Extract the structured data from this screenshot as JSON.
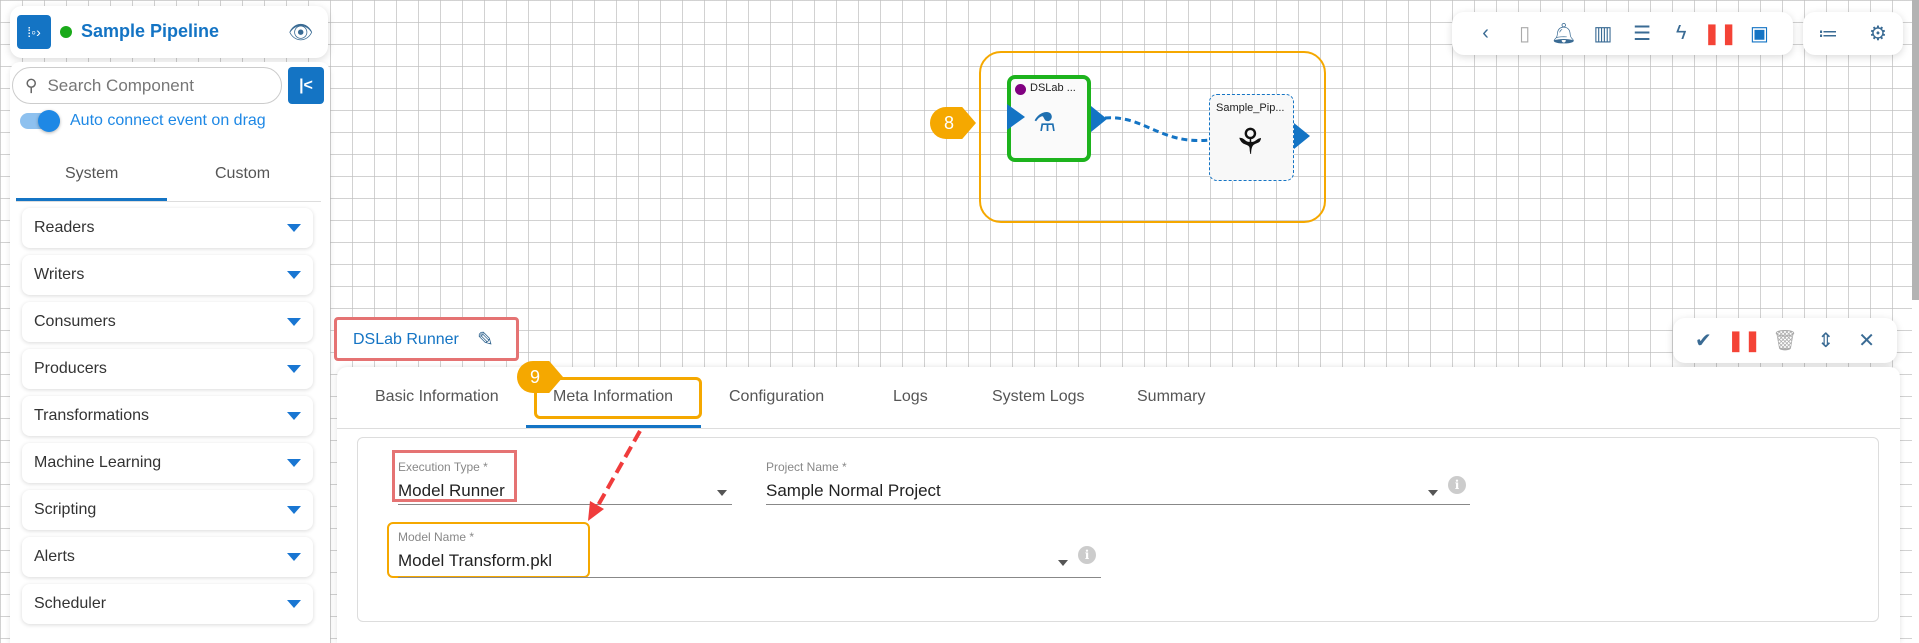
{
  "header": {
    "title": "Sample Pipeline",
    "status_color": "#1aaa1a"
  },
  "sidebar": {
    "search_placeholder": "Search Component",
    "auto_connect_label": "Auto connect event on drag",
    "tabs": [
      {
        "label": "System"
      },
      {
        "label": "Custom"
      }
    ],
    "items": [
      {
        "label": "Readers"
      },
      {
        "label": "Writers"
      },
      {
        "label": "Consumers"
      },
      {
        "label": "Producers"
      },
      {
        "label": "Transformations"
      },
      {
        "label": "Machine Learning"
      },
      {
        "label": "Scripting"
      },
      {
        "label": "Alerts"
      },
      {
        "label": "Scheduler"
      }
    ]
  },
  "toolbar": {
    "icons": [
      "chevron-left",
      "mobile-upload",
      "bell-alert",
      "bar-chart",
      "comment-list",
      "lightning",
      "pause",
      "save",
      "list",
      "gear"
    ]
  },
  "canvas": {
    "nodes": [
      {
        "label": "DSLab ..."
      },
      {
        "label": "Sample_Pip..."
      }
    ],
    "badge_8": "8",
    "badge_9": "9"
  },
  "panel": {
    "title": "DSLab Runner",
    "tabs": [
      {
        "label": "Basic Information"
      },
      {
        "label": "Meta Information"
      },
      {
        "label": "Configuration"
      },
      {
        "label": "Logs"
      },
      {
        "label": "System Logs"
      },
      {
        "label": "Summary"
      }
    ],
    "active_tab": "Meta Information",
    "fields": {
      "execution_type": {
        "label": "Execution Type *",
        "value": "Model Runner"
      },
      "project_name": {
        "label": "Project Name *",
        "value": "Sample Normal Project"
      },
      "model_name": {
        "label": "Model Name *",
        "value": "Model Transform.pkl"
      }
    }
  },
  "colors": {
    "accent": "#1976d2",
    "annotation_orange": "#f5a800",
    "annotation_red": "#e57373",
    "node_green": "#1db31d"
  }
}
